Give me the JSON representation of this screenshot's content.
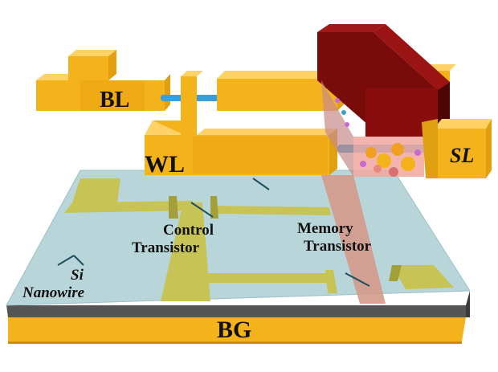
{
  "labels": {
    "bl": "BL",
    "wl": "WL",
    "sl": "SL",
    "bg": "BG",
    "control_1": "Control",
    "control_2": "Transistor",
    "memory_1": "Memory",
    "memory_2": "Transistor",
    "si_1": "Si",
    "si_2": "Nanowire"
  },
  "colors": {
    "gold": "#f5b31b",
    "gold_dark": "#c98d0a",
    "gold_side": "#e0a012",
    "substrate": "#b8d6da",
    "gate_metal": "#c7c455",
    "gate_metal_dark": "#a3a03a",
    "oxide_band": "#d49a8a",
    "nanowire": "#3a9fd8",
    "memory_block": "#7a0b0b",
    "memory_block_side": "#4e0505",
    "dielectric_layer": "#555555"
  }
}
